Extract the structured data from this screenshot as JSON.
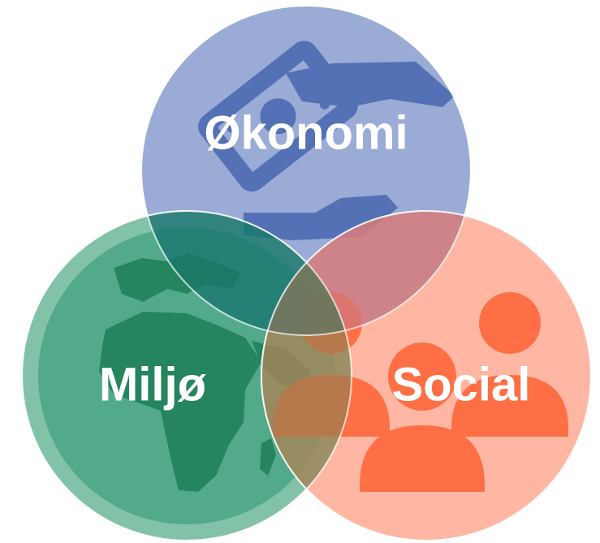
{
  "venn": {
    "circles": [
      {
        "key": "economy",
        "label": "Økonomi",
        "icon": "hand-money-icon",
        "color": "#7c8fc6"
      },
      {
        "key": "environment",
        "label": "Miljø",
        "icon": "globe-icon",
        "color": "#1b8f63"
      },
      {
        "key": "social",
        "label": "Social",
        "icon": "people-icon",
        "color": "#ff8a6a"
      }
    ]
  }
}
